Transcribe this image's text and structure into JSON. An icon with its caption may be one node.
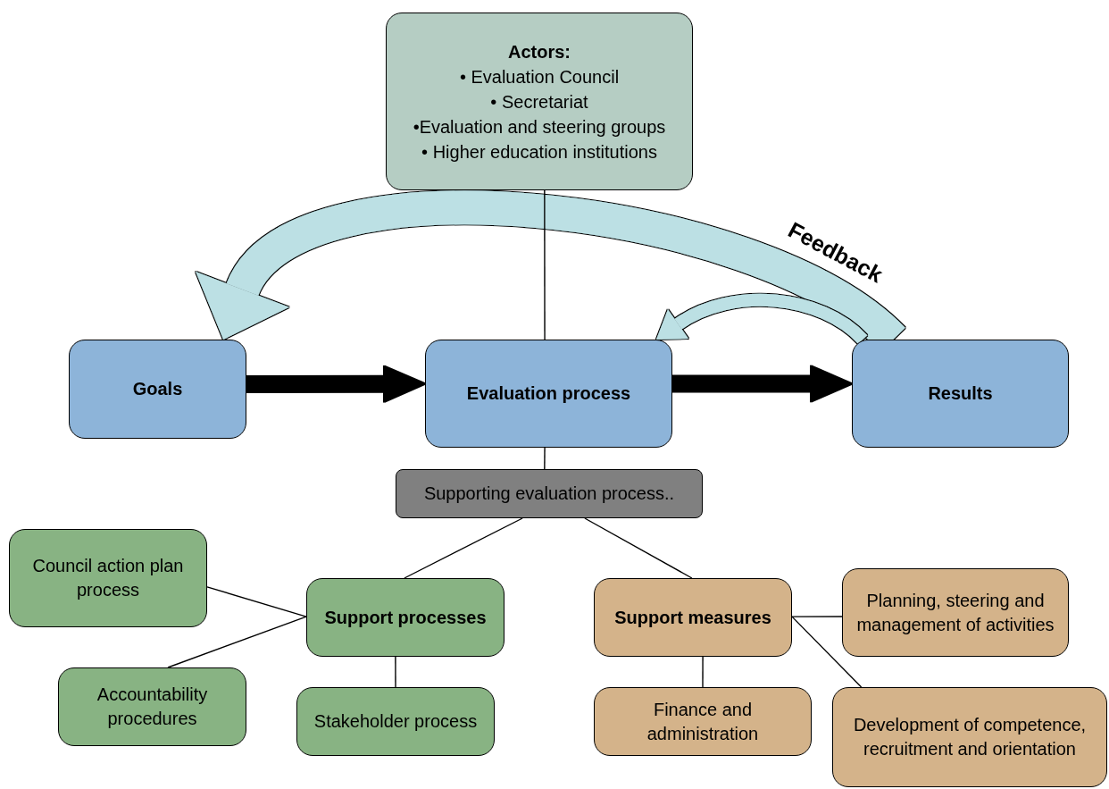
{
  "diagram": {
    "nodes": [
      {
        "text": [
          "Actors:",
          "• Evaluation Council",
          "• Secretariat",
          "•Evaluation and steering groups",
          "• Higher education institutions"
        ]
      },
      {
        "text": [
          "Goals"
        ]
      },
      {
        "text": [
          "Evaluation process"
        ]
      },
      {
        "text": [
          "Results"
        ]
      },
      {
        "text": [
          "Supporting evaluation process.."
        ]
      },
      {
        "text": [
          "Council action plan process"
        ]
      },
      {
        "text": [
          "Support processes"
        ]
      },
      {
        "text": [
          "Support measures"
        ]
      },
      {
        "text": [
          "Planning, steering and management of activities"
        ]
      },
      {
        "text": [
          "Accountability procedures"
        ]
      },
      {
        "text": [
          "Stakeholder process"
        ]
      },
      {
        "text": [
          "Finance and administration"
        ]
      },
      {
        "text": [
          "Development of competence, recruitment and orientation"
        ]
      }
    ],
    "edges": [
      {
        "from": 0,
        "to": 2,
        "arrow": "none"
      },
      {
        "from": 1,
        "to": 2,
        "arrow": "to",
        "style": "thick",
        "color": "#000000"
      },
      {
        "from": 2,
        "to": 3,
        "arrow": "to",
        "style": "thick",
        "color": "#000000"
      },
      {
        "from": 3,
        "to": 1,
        "arrow": "to",
        "style": "thick",
        "color": "#bce0e4",
        "label": "Feedback"
      },
      {
        "from": 3,
        "to": 2,
        "arrow": "to",
        "style": "thick",
        "color": "#bce0e4"
      },
      {
        "from": 2,
        "to": 4,
        "arrow": "none"
      },
      {
        "from": 4,
        "to": 6,
        "arrow": "none"
      },
      {
        "from": 4,
        "to": 7,
        "arrow": "none"
      },
      {
        "from": 6,
        "to": 5,
        "arrow": "none"
      },
      {
        "from": 6,
        "to": 9,
        "arrow": "none"
      },
      {
        "from": 6,
        "to": 10,
        "arrow": "none"
      },
      {
        "from": 7,
        "to": 8,
        "arrow": "none"
      },
      {
        "from": 7,
        "to": 12,
        "arrow": "none"
      },
      {
        "from": 7,
        "to": 11,
        "arrow": "none"
      }
    ]
  }
}
